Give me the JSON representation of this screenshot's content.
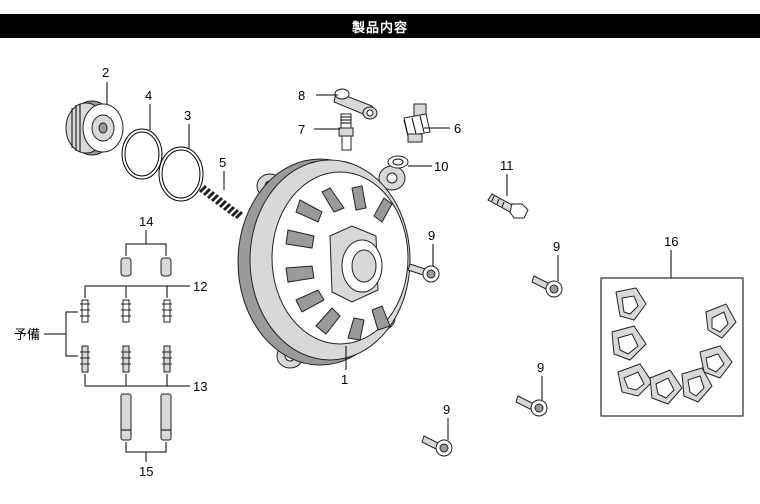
{
  "header": {
    "title": "製品内容"
  },
  "labels": {
    "p1": "1",
    "p2": "2",
    "p3": "3",
    "p4": "4",
    "p5": "5",
    "p6": "6",
    "p7": "7",
    "p8": "8",
    "p9a": "9",
    "p9b": "9",
    "p9c": "9",
    "p9d": "9",
    "p10": "10",
    "p11": "11",
    "p12": "12",
    "p13": "13",
    "p14": "14",
    "p15": "15",
    "p16": "16",
    "spare": "予備"
  }
}
